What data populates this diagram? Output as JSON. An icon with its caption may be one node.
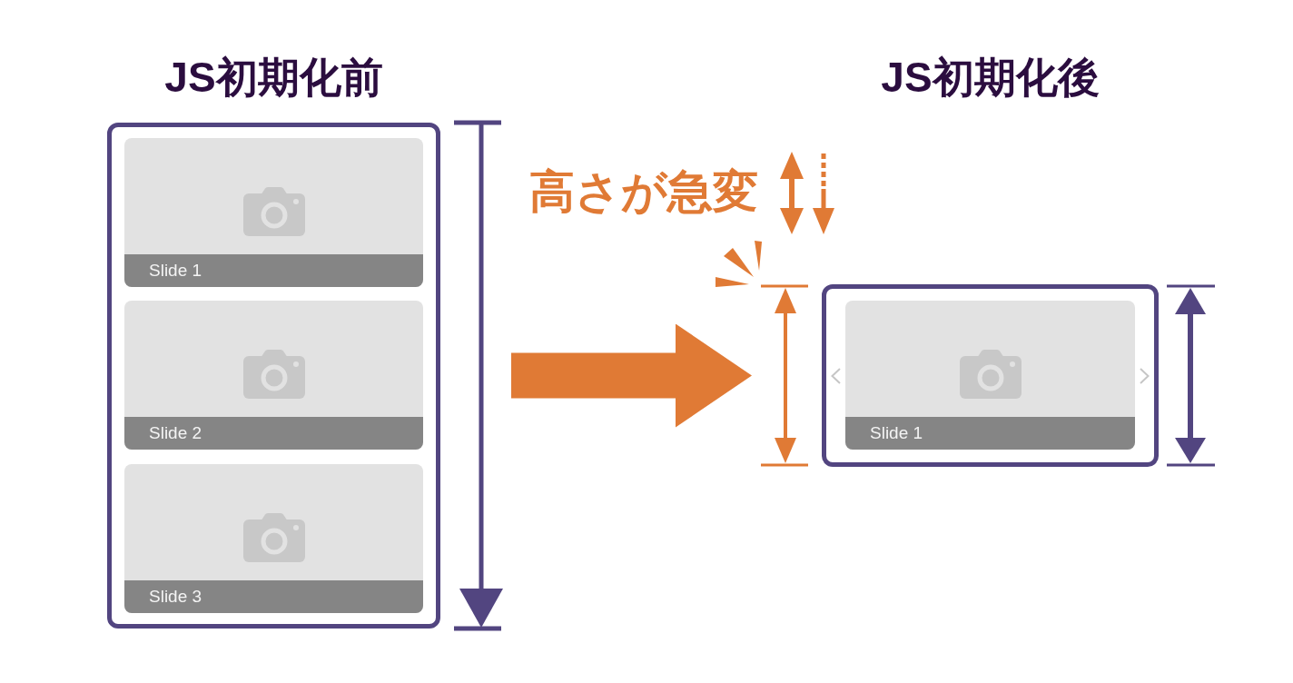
{
  "diagram": {
    "nodes": [
      {
        "text": [
          "JS初期化前"
        ]
      },
      {
        "text": [
          "Slide 1"
        ],
        "in": 0
      },
      {
        "text": [
          "Slide 2"
        ],
        "in": 0
      },
      {
        "text": [
          "Slide 3"
        ],
        "in": 0
      },
      {
        "text": [
          "JS初期化後"
        ]
      },
      {
        "text": [
          "Slide 1"
        ],
        "in": 4
      }
    ],
    "edges": [
      {
        "from": 0,
        "to": 4,
        "arrow": "to"
      }
    ],
    "labels": [
      "高さが急変"
    ]
  }
}
